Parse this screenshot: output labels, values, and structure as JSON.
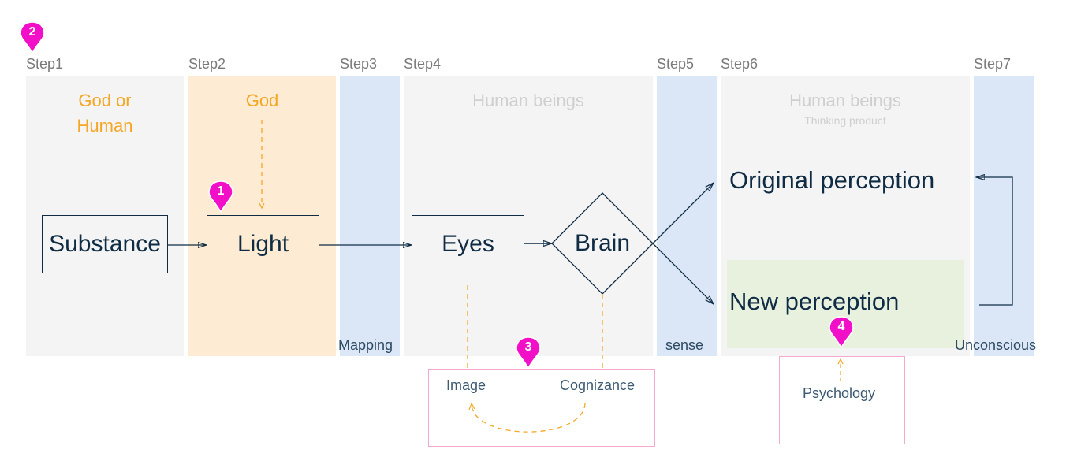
{
  "steps": [
    {
      "label": "Step1",
      "title": "God or Human",
      "title_line1": "God or",
      "title_line2": "Human"
    },
    {
      "label": "Step2",
      "title": "God"
    },
    {
      "label": "Step3",
      "footer": "Mapping"
    },
    {
      "label": "Step4",
      "title": "Human beings"
    },
    {
      "label": "Step5",
      "footer": "sense"
    },
    {
      "label": "Step6",
      "title": "Human beings",
      "subtitle": "Thinking product"
    },
    {
      "label": "Step7",
      "footer": "Unconscious"
    }
  ],
  "nodes": {
    "substance": "Substance",
    "light": "Light",
    "eyes": "Eyes",
    "brain": "Brain",
    "original_perception": "Original perception",
    "new_perception": "New perception"
  },
  "notes": {
    "image": "Image",
    "cognizance": "Cognizance",
    "psychology": "Psychology"
  },
  "markers": [
    "1",
    "2",
    "3",
    "4"
  ],
  "colors": {
    "lane_gray": "#f4f4f4",
    "lane_orange": "#fdebd3",
    "lane_blue": "#dbe7f7",
    "accent_orange": "#f5a623",
    "node_stroke": "#0f2c44",
    "marker_magenta": "#f20fc8",
    "note_border": "#f6a9cf",
    "highlight_green": "#e8f1de"
  }
}
